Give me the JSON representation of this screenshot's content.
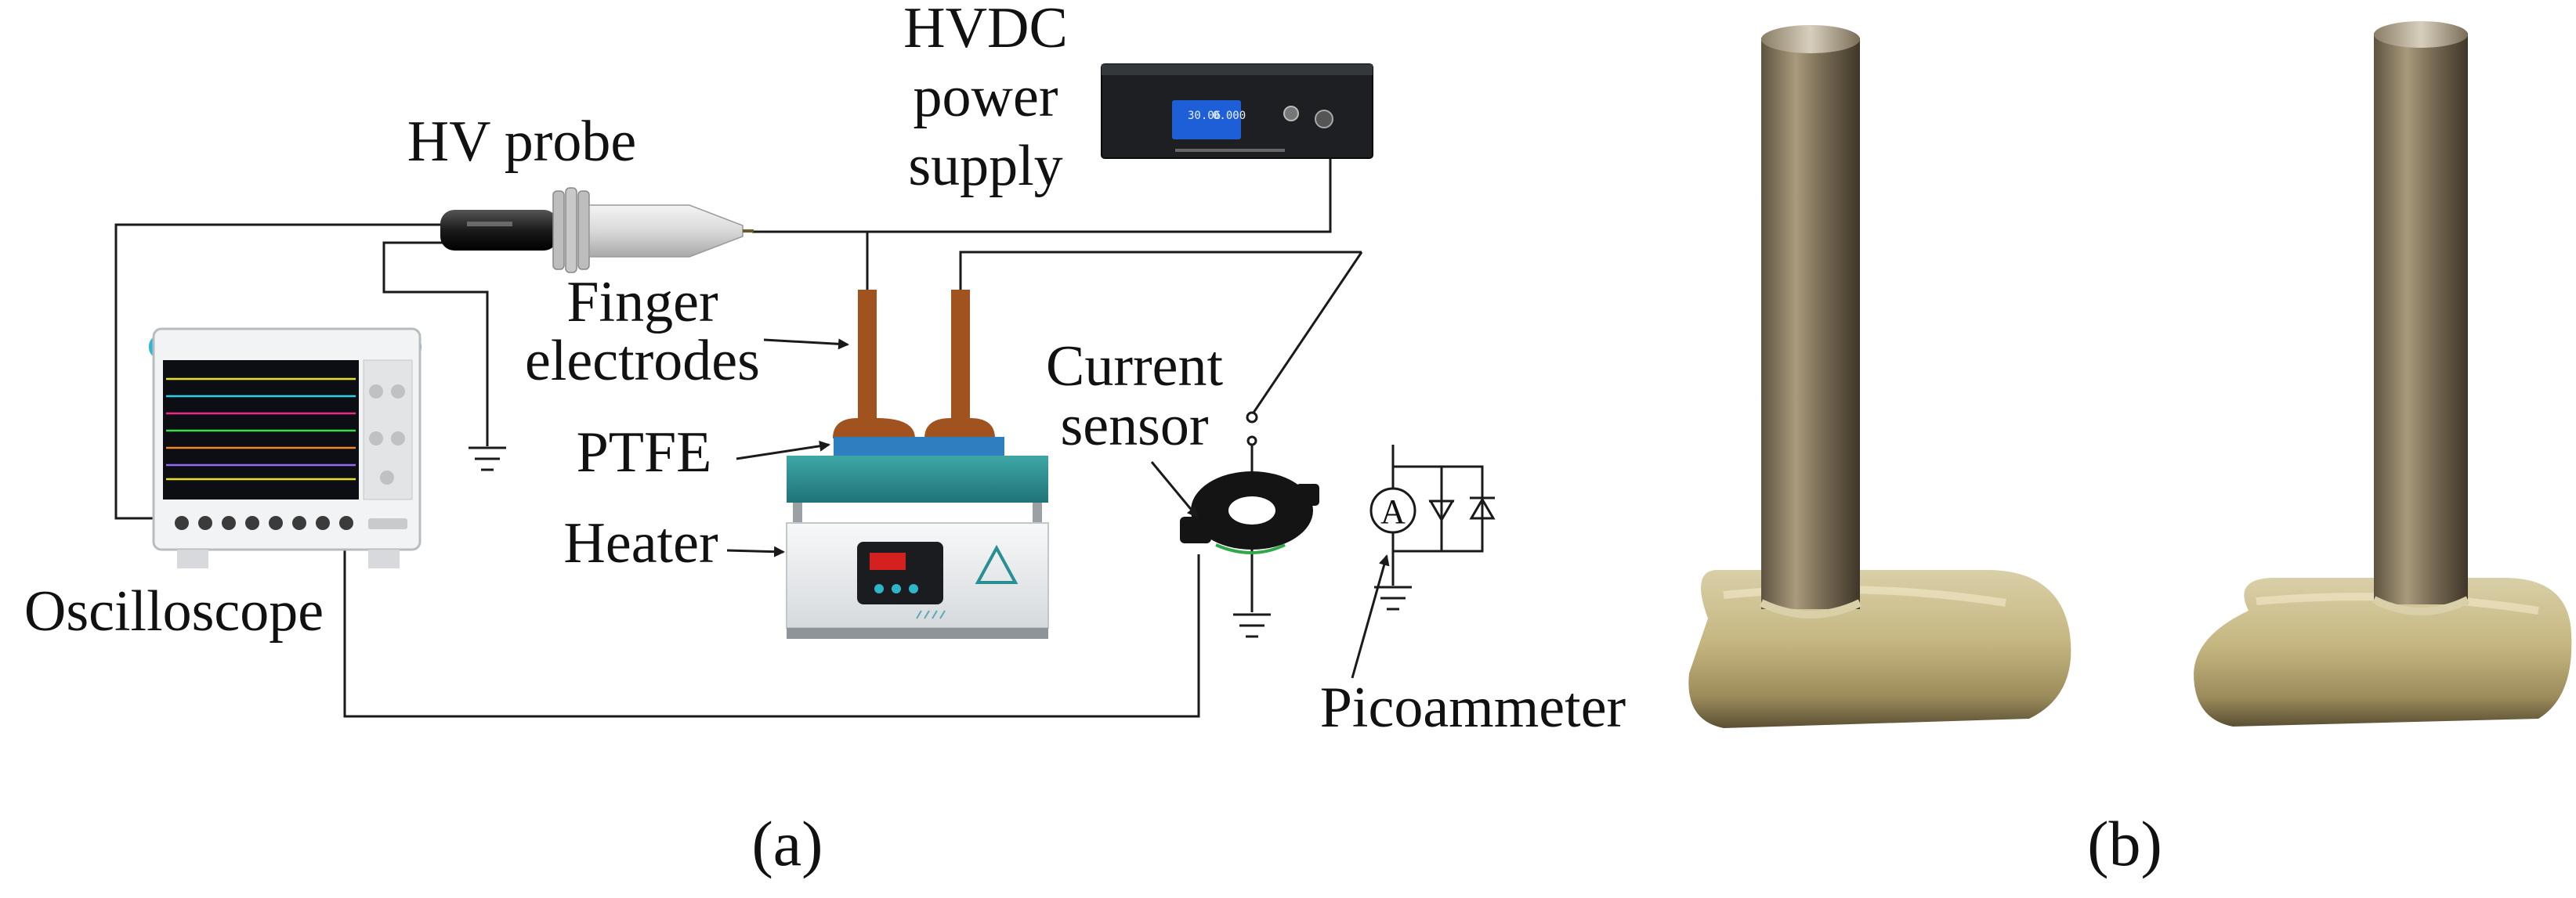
{
  "labels": {
    "hv_probe": "HV probe",
    "hvdc_line1": "HVDC",
    "hvdc_line2": "power",
    "hvdc_line3": "supply",
    "finger_line1": "Finger",
    "finger_line2": "electrodes",
    "current_line1": "Current",
    "current_line2": "sensor",
    "ptfe": "PTFE",
    "heater": "Heater",
    "oscilloscope": "Oscilloscope",
    "picoammeter": "Picoammeter",
    "ammeter_symbol": "A",
    "caption_a": "(a)",
    "caption_b": "(b)"
  },
  "psu_display": {
    "left_value": "30.06",
    "right_value": "0.000"
  },
  "colors": {
    "electrode_copper": "#a0521f",
    "ptfe_blue": "#2f7fc0",
    "heater_top_teal": "#2a8f93",
    "heater_body": "#e7eaed",
    "scope_screen": "#0d0d14",
    "scope_accent": "#2bb7d6",
    "psu_display": "#1e5fd8",
    "sensor_ring": "#111111",
    "electrode_photo_metal": "#8a7b62",
    "electrode_photo_base": "#c9b98c"
  }
}
